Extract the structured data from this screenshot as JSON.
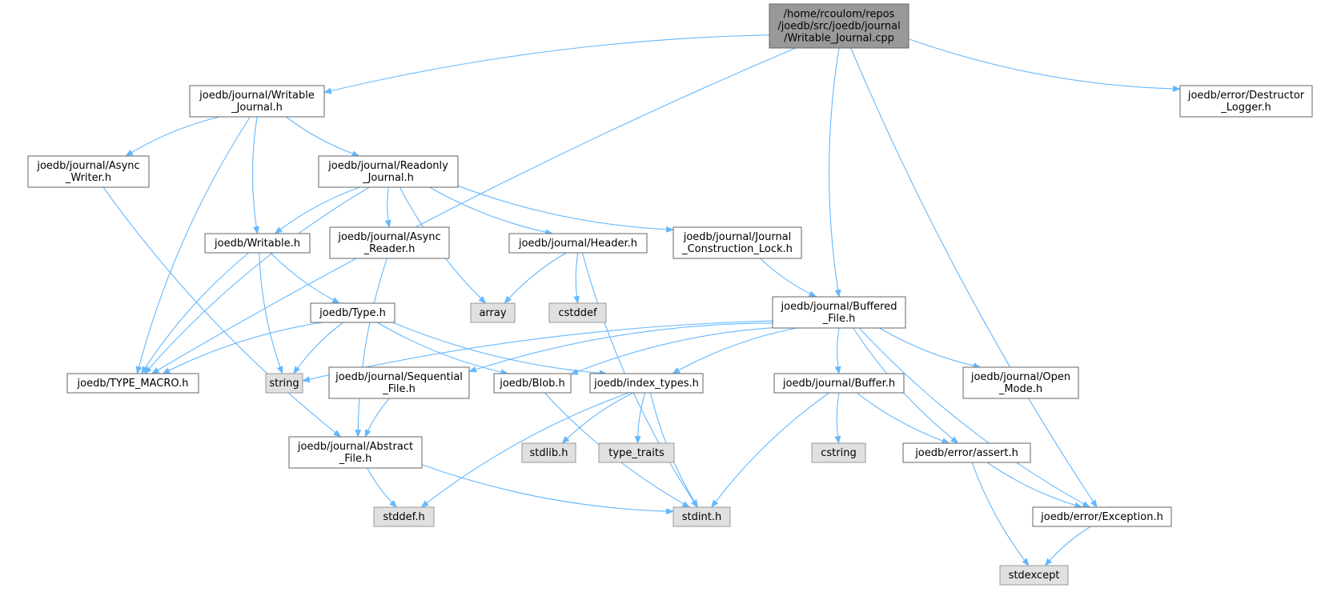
{
  "graph": {
    "colors": {
      "edge": "#63b8ff",
      "root_fill": "#999999",
      "root_stroke": "#666666",
      "local_fill": "#ffffff",
      "local_stroke": "#666666",
      "system_fill": "#e0e0e0",
      "system_stroke": "#999999",
      "text": "#000000"
    },
    "nodes": [
      {
        "id": "root",
        "kind": "root",
        "lines": [
          "/home/rcoulom/repos",
          "/joedb/src/joedb/journal",
          "/Writable_Journal.cpp"
        ]
      },
      {
        "id": "writable_journal_h",
        "kind": "local",
        "lines": [
          "joedb/journal/Writable",
          "_Journal.h"
        ]
      },
      {
        "id": "destructor_logger_h",
        "kind": "local",
        "lines": [
          "joedb/error/Destructor",
          "_Logger.h"
        ]
      },
      {
        "id": "async_writer_h",
        "kind": "local",
        "lines": [
          "joedb/journal/Async",
          "_Writer.h"
        ]
      },
      {
        "id": "readonly_journal_h",
        "kind": "local",
        "lines": [
          "joedb/journal/Readonly",
          "_Journal.h"
        ]
      },
      {
        "id": "writable_h",
        "kind": "local",
        "lines": [
          "joedb/Writable.h"
        ]
      },
      {
        "id": "async_reader_h",
        "kind": "local",
        "lines": [
          "joedb/journal/Async",
          "_Reader.h"
        ]
      },
      {
        "id": "header_h",
        "kind": "local",
        "lines": [
          "joedb/journal/Header.h"
        ]
      },
      {
        "id": "journal_construction_lock_h",
        "kind": "local",
        "lines": [
          "joedb/journal/Journal",
          "_Construction_Lock.h"
        ]
      },
      {
        "id": "array",
        "kind": "system",
        "lines": [
          "array"
        ]
      },
      {
        "id": "cstddef",
        "kind": "system",
        "lines": [
          "cstddef"
        ]
      },
      {
        "id": "buffered_file_h",
        "kind": "local",
        "lines": [
          "joedb/journal/Buffered",
          "_File.h"
        ]
      },
      {
        "id": "type_h",
        "kind": "local",
        "lines": [
          "joedb/Type.h"
        ]
      },
      {
        "id": "type_macro_h",
        "kind": "local",
        "lines": [
          "joedb/TYPE_MACRO.h"
        ]
      },
      {
        "id": "string",
        "kind": "system",
        "lines": [
          "string"
        ]
      },
      {
        "id": "sequential_file_h",
        "kind": "local",
        "lines": [
          "joedb/journal/Sequential",
          "_File.h"
        ]
      },
      {
        "id": "blob_h",
        "kind": "local",
        "lines": [
          "joedb/Blob.h"
        ]
      },
      {
        "id": "index_types_h",
        "kind": "local",
        "lines": [
          "joedb/index_types.h"
        ]
      },
      {
        "id": "buffer_h",
        "kind": "local",
        "lines": [
          "joedb/journal/Buffer.h"
        ]
      },
      {
        "id": "open_mode_h",
        "kind": "local",
        "lines": [
          "joedb/journal/Open",
          "_Mode.h"
        ]
      },
      {
        "id": "abstract_file_h",
        "kind": "local",
        "lines": [
          "joedb/journal/Abstract",
          "_File.h"
        ]
      },
      {
        "id": "stdlib_h",
        "kind": "system",
        "lines": [
          "stdlib.h"
        ]
      },
      {
        "id": "type_traits",
        "kind": "system",
        "lines": [
          "type_traits"
        ]
      },
      {
        "id": "cstring",
        "kind": "system",
        "lines": [
          "cstring"
        ]
      },
      {
        "id": "assert_h",
        "kind": "local",
        "lines": [
          "joedb/error/assert.h"
        ]
      },
      {
        "id": "stddef_h",
        "kind": "system",
        "lines": [
          "stddef.h"
        ]
      },
      {
        "id": "stdint_h",
        "kind": "system",
        "lines": [
          "stdint.h"
        ]
      },
      {
        "id": "exception_h",
        "kind": "local",
        "lines": [
          "joedb/error/Exception.h"
        ]
      },
      {
        "id": "stdexcept",
        "kind": "system",
        "lines": [
          "stdexcept"
        ]
      }
    ],
    "edges": [
      [
        "root",
        "writable_journal_h"
      ],
      [
        "root",
        "type_macro_h"
      ],
      [
        "root",
        "buffered_file_h"
      ],
      [
        "root",
        "exception_h"
      ],
      [
        "root",
        "destructor_logger_h"
      ],
      [
        "writable_journal_h",
        "async_writer_h"
      ],
      [
        "writable_journal_h",
        "readonly_journal_h"
      ],
      [
        "writable_journal_h",
        "writable_h"
      ],
      [
        "writable_journal_h",
        "type_macro_h"
      ],
      [
        "async_writer_h",
        "abstract_file_h"
      ],
      [
        "readonly_journal_h",
        "type_macro_h"
      ],
      [
        "readonly_journal_h",
        "writable_h"
      ],
      [
        "readonly_journal_h",
        "async_reader_h"
      ],
      [
        "readonly_journal_h",
        "array"
      ],
      [
        "readonly_journal_h",
        "header_h"
      ],
      [
        "readonly_journal_h",
        "journal_construction_lock_h"
      ],
      [
        "writable_h",
        "type_macro_h"
      ],
      [
        "writable_h",
        "string"
      ],
      [
        "writable_h",
        "type_h"
      ],
      [
        "async_reader_h",
        "abstract_file_h"
      ],
      [
        "header_h",
        "array"
      ],
      [
        "header_h",
        "cstddef"
      ],
      [
        "header_h",
        "stdint_h"
      ],
      [
        "journal_construction_lock_h",
        "buffered_file_h"
      ],
      [
        "type_h",
        "type_macro_h"
      ],
      [
        "type_h",
        "string"
      ],
      [
        "type_h",
        "blob_h"
      ],
      [
        "type_h",
        "index_types_h"
      ],
      [
        "buffered_file_h",
        "string"
      ],
      [
        "buffered_file_h",
        "sequential_file_h"
      ],
      [
        "buffered_file_h",
        "blob_h"
      ],
      [
        "buffered_file_h",
        "index_types_h"
      ],
      [
        "buffered_file_h",
        "buffer_h"
      ],
      [
        "buffered_file_h",
        "open_mode_h"
      ],
      [
        "buffered_file_h",
        "assert_h"
      ],
      [
        "buffered_file_h",
        "exception_h"
      ],
      [
        "sequential_file_h",
        "abstract_file_h"
      ],
      [
        "blob_h",
        "stdint_h"
      ],
      [
        "index_types_h",
        "stddef_h"
      ],
      [
        "index_types_h",
        "stdlib_h"
      ],
      [
        "index_types_h",
        "type_traits"
      ],
      [
        "index_types_h",
        "stdint_h"
      ],
      [
        "buffer_h",
        "cstring"
      ],
      [
        "buffer_h",
        "assert_h"
      ],
      [
        "buffer_h",
        "stdint_h"
      ],
      [
        "abstract_file_h",
        "stddef_h"
      ],
      [
        "abstract_file_h",
        "stdint_h"
      ],
      [
        "assert_h",
        "exception_h"
      ],
      [
        "assert_h",
        "stdexcept"
      ],
      [
        "exception_h",
        "stdexcept"
      ]
    ]
  }
}
